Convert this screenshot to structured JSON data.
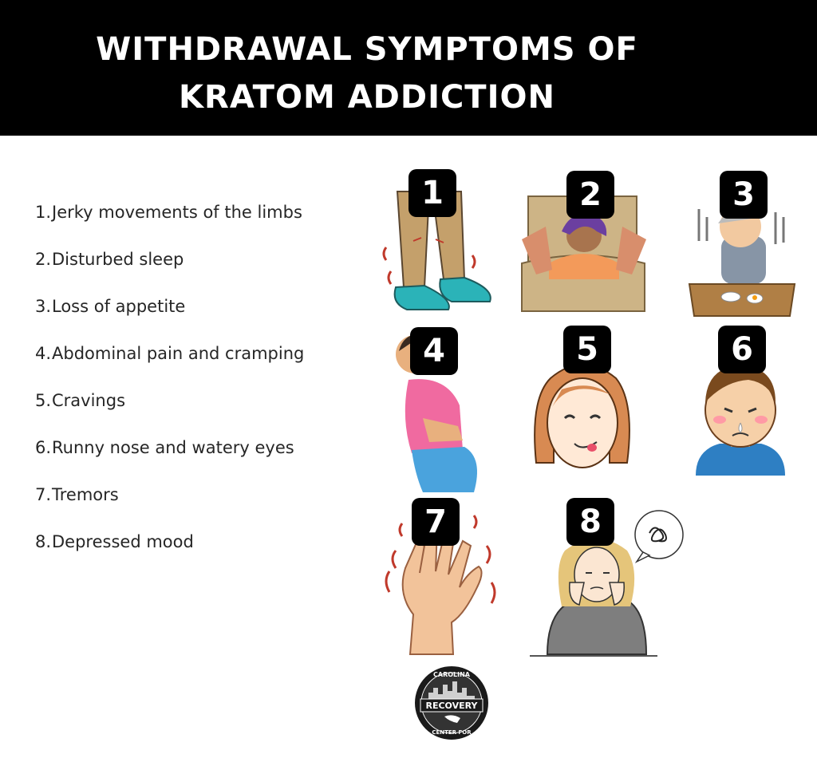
{
  "title": {
    "line1": "WITHDRAWAL SYMPTOMS OF",
    "line2": "KRATOM ADDICTION"
  },
  "symptoms": [
    {
      "num": "1.",
      "text": "Jerky movements of the limbs"
    },
    {
      "num": "2.",
      "text": "Disturbed sleep"
    },
    {
      "num": "3.",
      "text": "Loss of appetite"
    },
    {
      "num": "4.",
      "text": "Abdominal pain and cramping"
    },
    {
      "num": "5.",
      "text": "Cravings"
    },
    {
      "num": "6.",
      "text": "Runny nose and watery eyes"
    },
    {
      "num": "7.",
      "text": "Tremors"
    },
    {
      "num": "8.",
      "text": "Depressed mood"
    }
  ],
  "badges": [
    "1",
    "2",
    "3",
    "4",
    "5",
    "6",
    "7",
    "8"
  ],
  "logo": {
    "top_text": "CAROLINA",
    "main_text": "RECOVERY",
    "bottom_text": "CENTER FOR"
  },
  "colors": {
    "banner": "#000000",
    "badge": "#000000",
    "text": "#262626"
  }
}
